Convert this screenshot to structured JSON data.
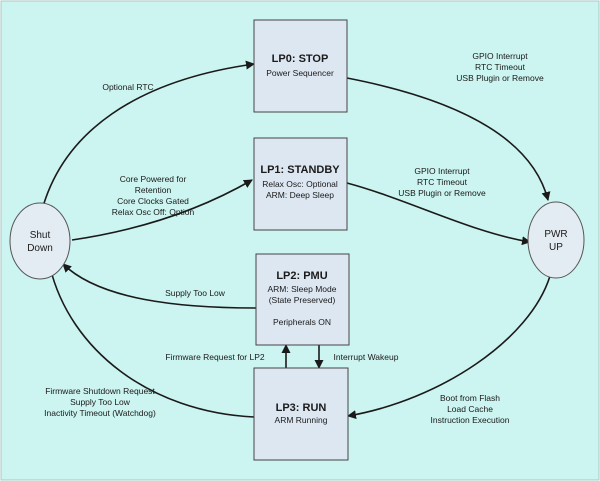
{
  "diagram": {
    "background_color": "#ccf4f0",
    "box_fill": "#dde7f2",
    "node_fill": "#e4ecf3",
    "stroke_color": "#1a1a1a",
    "states": [
      {
        "title": "LP0: STOP",
        "lines": [
          "Power Sequencer"
        ]
      },
      {
        "title": "LP1: STANDBY",
        "lines": [
          "Relax Osc: Optional",
          "ARM: Deep Sleep"
        ]
      },
      {
        "title": "LP2: PMU",
        "lines": [
          "ARM: Sleep Mode",
          "(State Preserved)",
          "",
          "Peripherals ON"
        ]
      },
      {
        "title": "LP3: RUN",
        "lines": [
          "ARM Running"
        ]
      }
    ],
    "nodes": {
      "shutdown": [
        "Shut",
        "Down"
      ],
      "pwrup": [
        "PWR",
        "UP"
      ]
    },
    "transitions": {
      "optional_rtc": [
        "Optional RTC"
      ],
      "to_standby": [
        "Core Powered for",
        "Retention",
        "Core Clocks Gated",
        "Relax Osc Off: Option"
      ],
      "stop_wake": [
        "GPIO Interrupt",
        "RTC Timeout",
        "USB Plugin or Remove"
      ],
      "standby_wake": [
        "GPIO Interrupt",
        "RTC Timeout",
        "USB Plugin or Remove"
      ],
      "supply_low": [
        "Supply Too Low"
      ],
      "fw_request": [
        "Firmware Request for LP2"
      ],
      "int_wakeup": [
        "Interrupt Wakeup"
      ],
      "run_shutdown": [
        "Firmware Shutdown Request",
        "Supply Too Low",
        "Inactivity Timeout (Watchdog)"
      ],
      "boot": [
        "Boot from Flash",
        "Load Cache",
        "Instruction Execution"
      ]
    }
  }
}
